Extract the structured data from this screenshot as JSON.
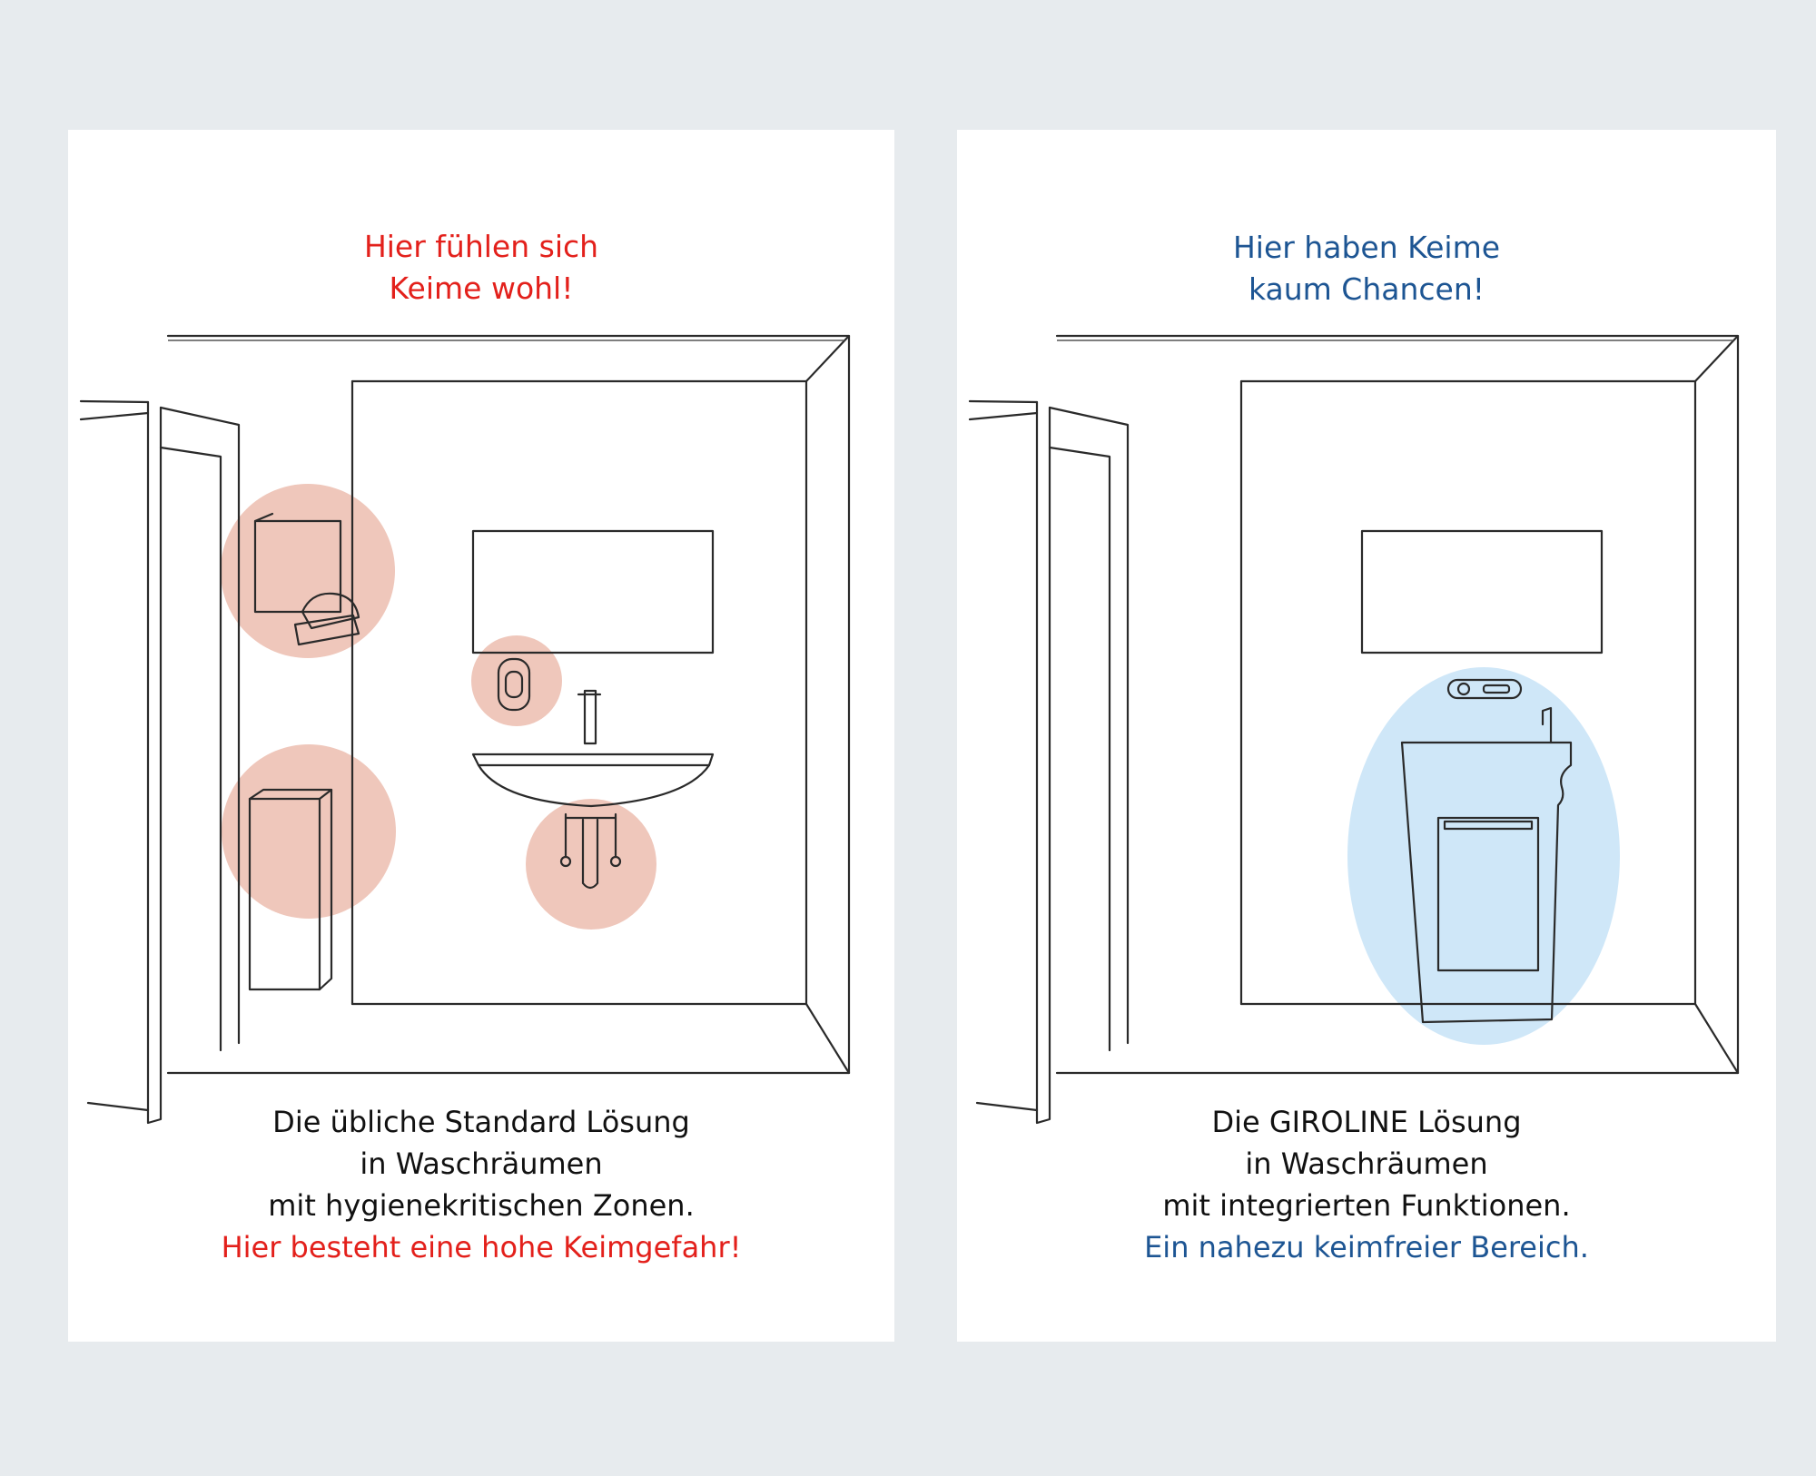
{
  "colors": {
    "warning": "#e3201b",
    "safe": "#1d5593",
    "germ_zone": "#efc7bb",
    "safe_zone": "#cfe7f8",
    "background": "#e7ebee"
  },
  "left": {
    "heading": [
      "Hier fühlen sich",
      "Keime wohl!"
    ],
    "caption": [
      "Die übliche Standard Lösung",
      "in Waschräumen",
      "mit hygienekritischen Zonen."
    ],
    "warning": "Hier besteht eine hohe Keimgefahr!"
  },
  "right": {
    "heading": [
      "Hier haben Keime",
      "kaum Chancen!"
    ],
    "caption": [
      "Die GIROLINE Lösung",
      "in Waschräumen",
      "mit integrierten Funktionen."
    ],
    "note": "Ein nahezu keimfreier Bereich."
  }
}
